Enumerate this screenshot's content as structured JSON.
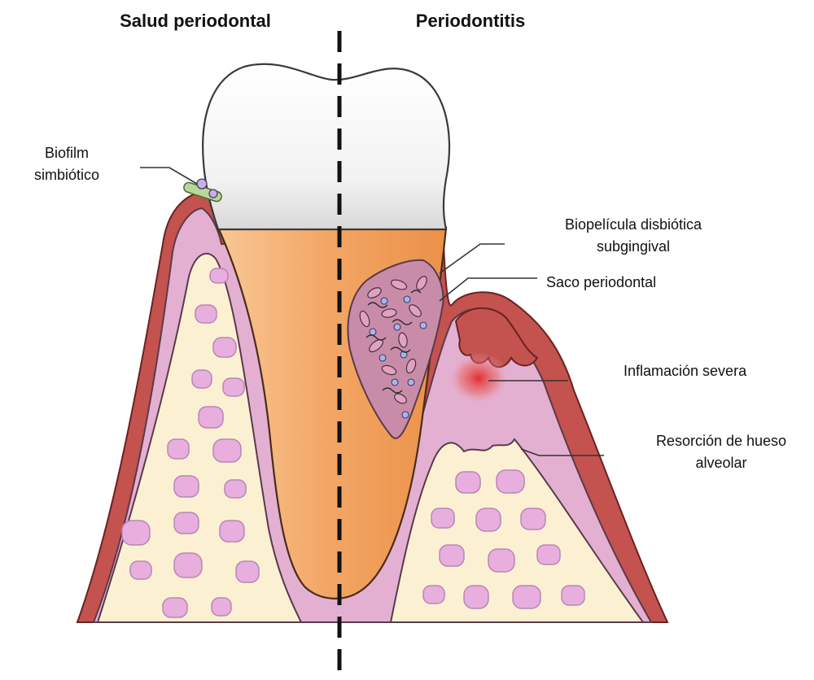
{
  "headings": {
    "left": "Salud periodontal",
    "right": "Periodontitis"
  },
  "labels": {
    "biofilm_line1": "Biofilm",
    "biofilm_line2": "simbiótico",
    "biopelicula_line1": "Biopelícula disbiótica",
    "biopelicula_line2": "subgingival",
    "saco": "Saco periodontal",
    "inflamacion": "Inflamación severa",
    "resorcion_line1": "Resorción de hueso",
    "resorcion_line2": "alveolar"
  },
  "colors": {
    "enamel": "#f4f4f4",
    "dentin": "#f2a868",
    "gum": "#c4524e",
    "ligament": "#e4b0d2",
    "bone": "#fbf1d2",
    "marrow": "#e7aede",
    "inflammation": "#e23a3a",
    "biofilm": "#b8d89a"
  }
}
